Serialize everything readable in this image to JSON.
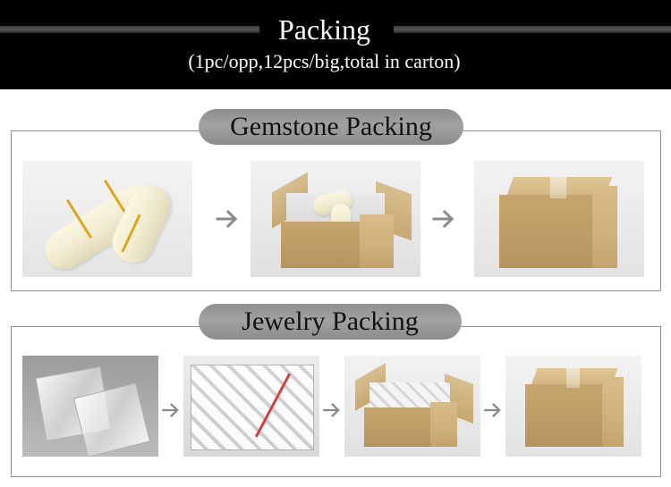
{
  "header": {
    "title": "Packing",
    "subtitle": "(1pc/opp,12pcs/big,total in carton)"
  },
  "sections": [
    {
      "title": "Gemstone Packing",
      "steps": [
        "gemstone-rolls-photo",
        "open-carton-with-rolls-photo",
        "sealed-carton-photo"
      ],
      "arrow_icon": "right-arrow-icon"
    },
    {
      "title": "Jewelry Packing",
      "steps": [
        "opp-bags-photo",
        "big-bag-of-opp-bags-photo",
        "open-carton-with-bags-photo",
        "sealed-carton-photo"
      ],
      "arrow_icon": "right-arrow-icon"
    }
  ],
  "colors": {
    "header_bg": "#000000",
    "pill_bg": "#9a9a9a",
    "border": "#8f8f8f",
    "arrow": "#8a8a8a",
    "carton": "#cfb07b"
  }
}
